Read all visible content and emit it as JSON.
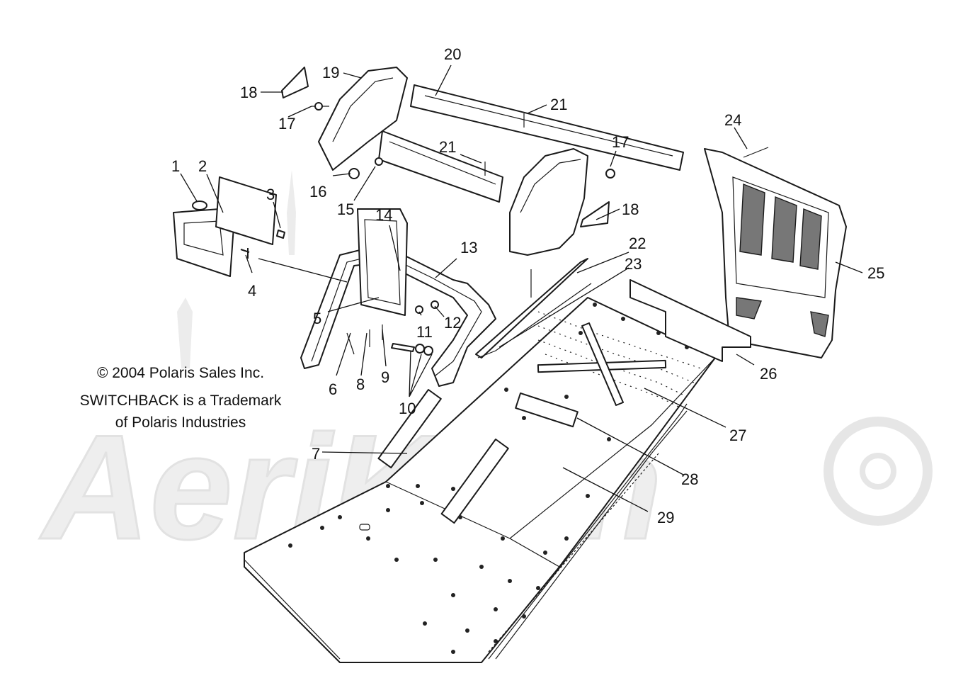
{
  "copyright": {
    "line1": "© 2004 Polaris Sales Inc.",
    "line2": "SWITCHBACK is a Trademark",
    "line3": "of Polaris Industries"
  },
  "watermark": {
    "text": "AeriKom"
  },
  "callouts": {
    "c1": "1",
    "c2": "2",
    "c3": "3",
    "c4": "4",
    "c5": "5",
    "c6": "6",
    "c7": "7",
    "c8": "8",
    "c9": "9",
    "c10": "10",
    "c11": "11",
    "c12": "12",
    "c13": "13",
    "c14": "14",
    "c15": "15",
    "c16": "16",
    "c17a": "17",
    "c17b": "17",
    "c18a": "18",
    "c18b": "18",
    "c19": "19",
    "c20": "20",
    "c21a": "21",
    "c21b": "21",
    "c22": "22",
    "c23": "23",
    "c24": "24",
    "c25": "25",
    "c26": "26",
    "c27": "27",
    "c28": "28",
    "c29": "29"
  },
  "colors": {
    "line": "#1a1a1a",
    "watermark": "#ececec",
    "background": "#ffffff"
  }
}
